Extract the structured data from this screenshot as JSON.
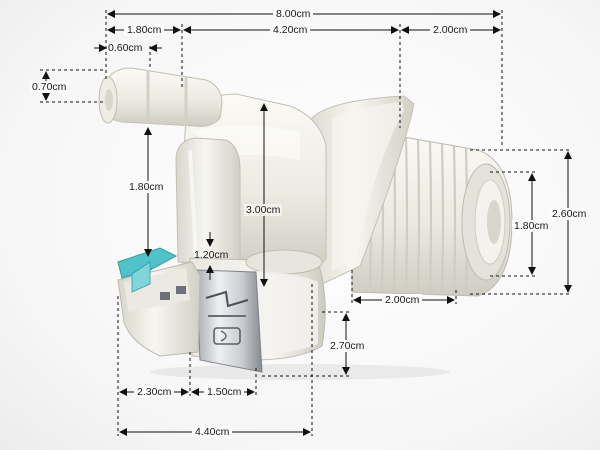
{
  "colors": {
    "plastic_light": "#f4f3ee",
    "plastic_mid": "#dedcd2",
    "plastic_shadow": "#bcb9ae",
    "metal_light": "#e6e8ea",
    "metal_dark": "#8e9398",
    "connector_teal": "#4fc3c9",
    "dimension_line": "#111111"
  },
  "icons": {
    "arrow_head": "arrow-head-icon",
    "product": "water-inlet-valve-image"
  },
  "dimensions": {
    "overall_length": "8.00cm",
    "inlet_nozzle_offset": "1.80cm",
    "nozzle_tip": "0.60cm",
    "body_to_thread": "4.20cm",
    "thread_length": "2.00cm",
    "nozzle_diameter": "0.70cm",
    "stem_height": "1.80cm",
    "body_height": "3.00cm",
    "coil_step": "1.20cm",
    "thread_inner": "1.80cm",
    "thread_outer": "2.60cm",
    "thread_width": "2.00cm",
    "coil_height": "2.70cm",
    "connector_width": "2.30cm",
    "coil_width": "1.50cm",
    "base_width": "4.40cm"
  }
}
